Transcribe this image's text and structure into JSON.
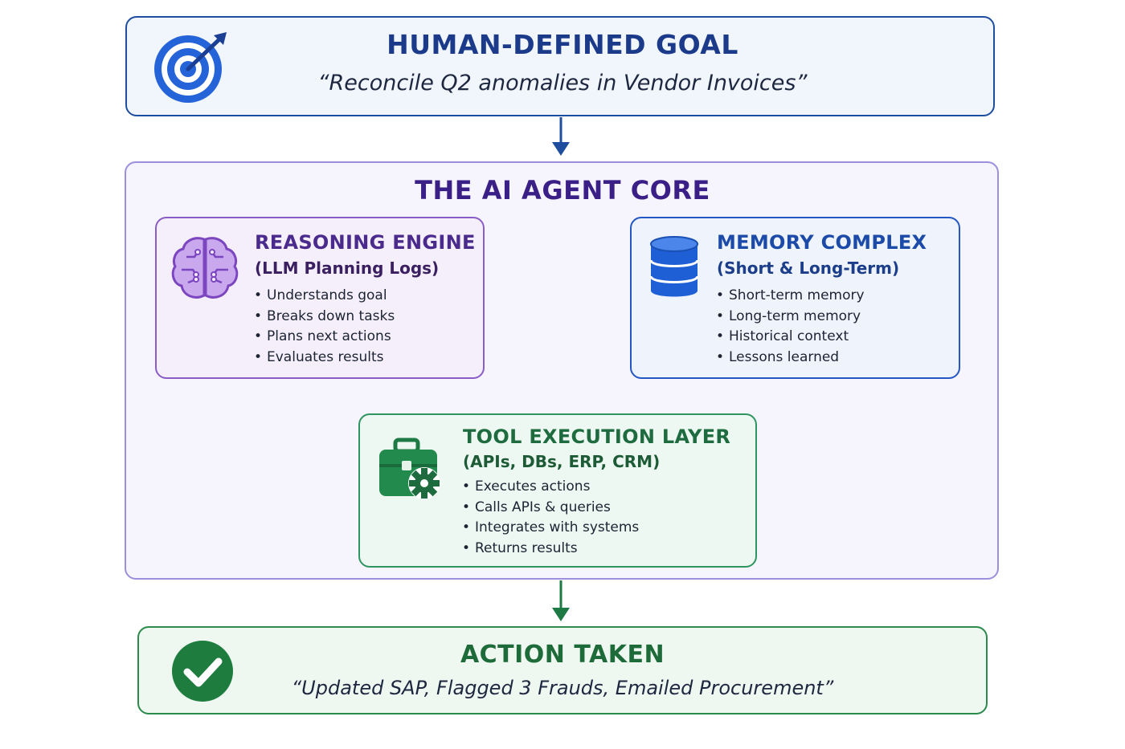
{
  "goal": {
    "title": "HUMAN-DEFINED GOAL",
    "quote": "“Reconcile Q2 anomalies in Vendor Invoices”",
    "icon": "target-icon"
  },
  "core": {
    "title": "THE AI AGENT CORE"
  },
  "reasoning": {
    "title": "REASONING ENGINE",
    "subtitle": "(LLM Planning Logs)",
    "icon": "brain-icon",
    "color": "#4a2a8c",
    "bullets": [
      "Understands goal",
      "Breaks down tasks",
      "Plans next actions",
      "Evaluates results"
    ]
  },
  "memory": {
    "title": "MEMORY COMPLEX",
    "subtitle": "(Short & Long-Term)",
    "icon": "database-icon",
    "color": "#1c4aa8",
    "bullets": [
      "Short-term memory",
      "Long-term memory",
      "Historical context",
      "Lessons learned"
    ]
  },
  "tool": {
    "title": "TOOL EXECUTION LAYER",
    "subtitle": "(APIs, DBs, ERP, CRM)",
    "icon": "toolbox-gear-icon",
    "color": "#1d6b3e",
    "bullets": [
      "Executes actions",
      "Calls APIs & queries",
      "Integrates with systems",
      "Returns results"
    ]
  },
  "action": {
    "title": "ACTION TAKEN",
    "quote": "“Updated SAP, Flagged 3 Frauds, Emailed Procurement”",
    "icon": "checkmark-icon"
  }
}
